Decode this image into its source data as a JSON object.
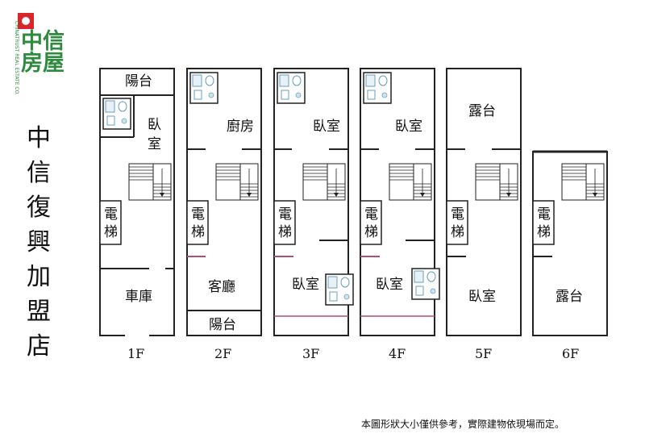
{
  "brand": {
    "name_line1": "中信",
    "name_line2": "房屋",
    "english": "CHINATRUST REAL ESTATE CO.",
    "colors": {
      "green": "#2e8b3e",
      "red": "#d8262c"
    }
  },
  "company_vertical": [
    "中",
    "信",
    "復",
    "興",
    "加",
    "盟",
    "店"
  ],
  "floors": [
    {
      "label": "1F",
      "rooms": [
        "陽台",
        "臥",
        "室",
        "電",
        "梯",
        "車庫"
      ]
    },
    {
      "label": "2F",
      "rooms": [
        "廚房",
        "電",
        "梯",
        "客廳",
        "陽台"
      ]
    },
    {
      "label": "3F",
      "rooms": [
        "臥室",
        "電",
        "梯",
        "臥室"
      ]
    },
    {
      "label": "4F",
      "rooms": [
        "臥室",
        "電",
        "梯",
        "臥室"
      ]
    },
    {
      "label": "5F",
      "rooms": [
        "露台",
        "電",
        "梯",
        "臥室"
      ]
    },
    {
      "label": "6F",
      "rooms": [
        "電",
        "梯",
        "露台"
      ]
    }
  ],
  "note": "本圖形狀大小僅供參考，實際建物依現場而定。",
  "icons": [
    "bathroom-fixture-icon",
    "staircase-icon"
  ],
  "wall_color": "#222222",
  "accent_wall_color": "#b0506a"
}
